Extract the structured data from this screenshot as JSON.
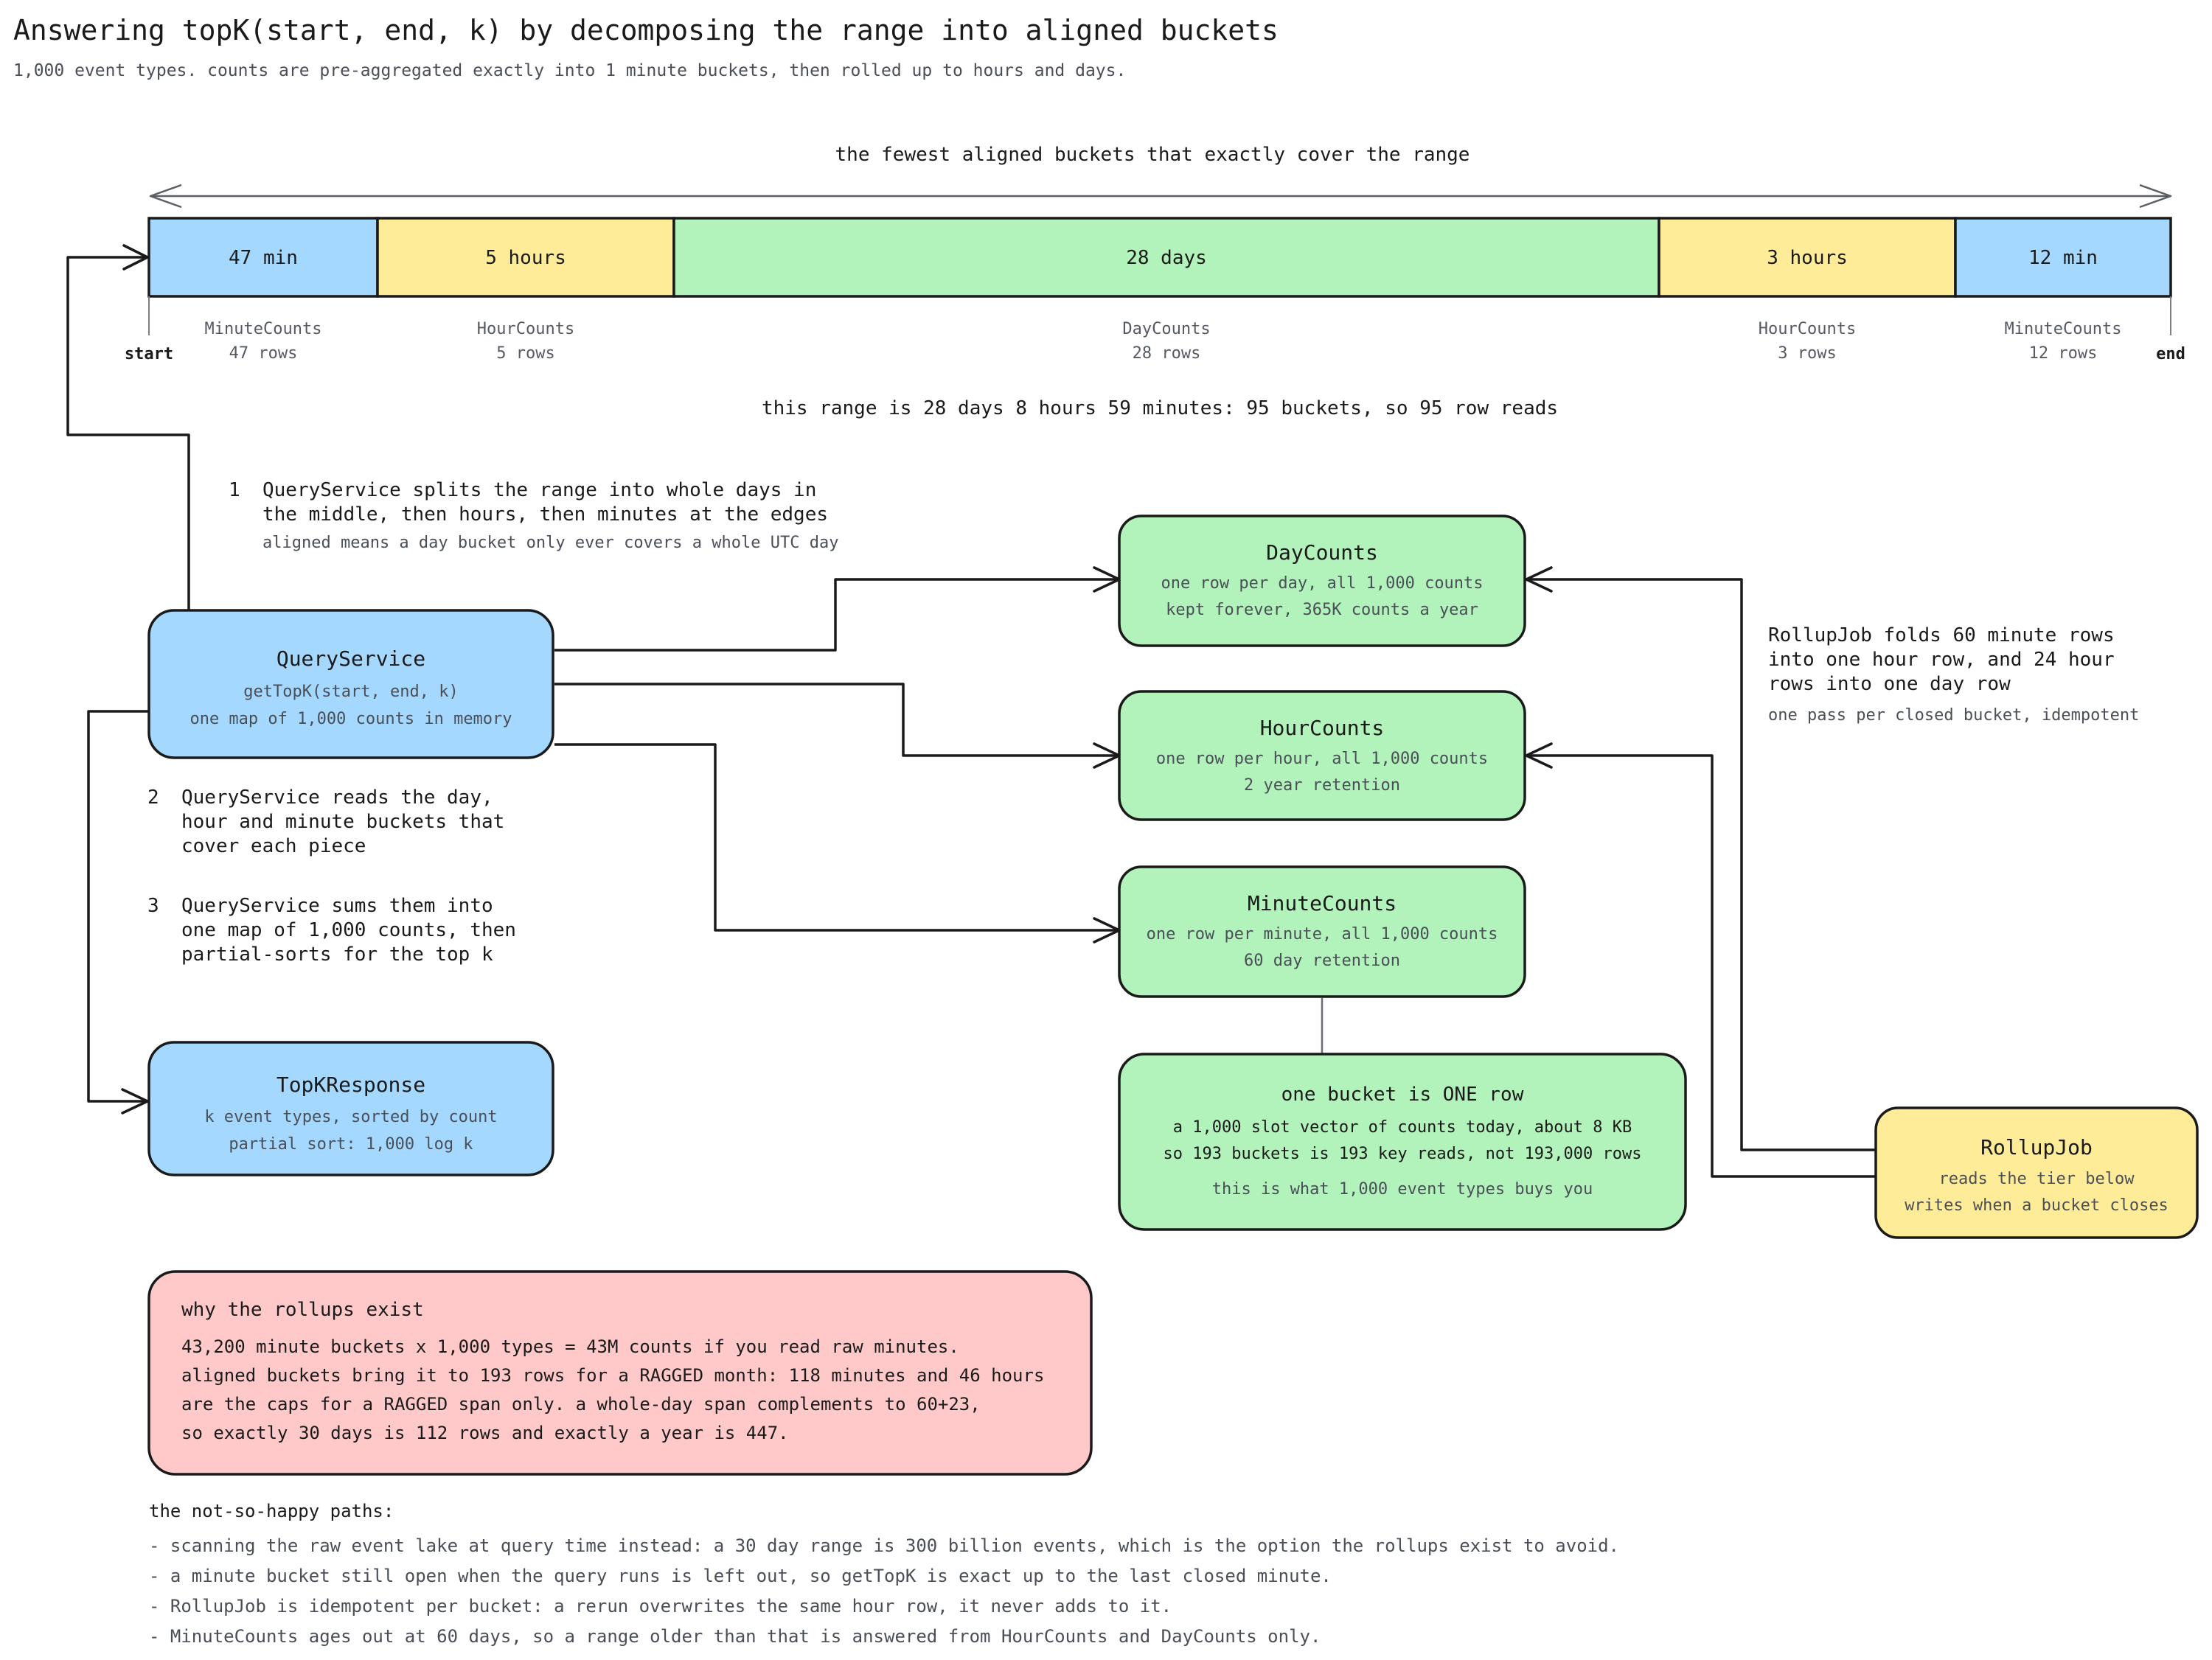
{
  "title": "Answering topK(start, end, k) by decomposing the range into aligned buckets",
  "subtitle": "1,000 event types. counts are pre-aggregated exactly into 1 minute buckets, then rolled up to hours and days.",
  "range_bar": {
    "caption": "the fewest aligned buckets that exactly cover the range",
    "start_label": "start",
    "end_label": "end",
    "summary": "this range is 28 days 8 hours 59 minutes: 95 buckets, so 95 row reads",
    "segments": [
      {
        "label": "47 min",
        "table": "MinuteCounts",
        "rows": "47 rows",
        "color": "#a5d8ff"
      },
      {
        "label": "5 hours",
        "table": "HourCounts",
        "rows": "5 rows",
        "color": "#ffec99"
      },
      {
        "label": "28 days",
        "table": "DayCounts",
        "rows": "28 rows",
        "color": "#b2f2bb"
      },
      {
        "label": "3 hours",
        "table": "HourCounts",
        "rows": "3 rows",
        "color": "#ffec99"
      },
      {
        "label": "12 min",
        "table": "MinuteCounts",
        "rows": "12 rows",
        "color": "#a5d8ff"
      }
    ]
  },
  "steps": [
    {
      "num": "1",
      "lines": [
        "QueryService splits the range into whole days in",
        "the middle, then hours, then minutes at the edges"
      ],
      "note": "aligned means a day bucket only ever covers a whole UTC day"
    },
    {
      "num": "2",
      "lines": [
        "QueryService reads the day,",
        "hour and minute buckets that",
        "cover each piece"
      ]
    },
    {
      "num": "3",
      "lines": [
        "QueryService sums them into",
        "one map of 1,000 counts, then",
        "partial-sorts for the top k"
      ]
    }
  ],
  "nodes": {
    "query_service": {
      "title": "QueryService",
      "lines": [
        "getTopK(start, end, k)",
        "one map of 1,000 counts in memory"
      ],
      "color": "#a5d8ff"
    },
    "topk_response": {
      "title": "TopKResponse",
      "lines": [
        "k event types, sorted by count",
        "partial sort: 1,000 log k"
      ],
      "color": "#a5d8ff"
    },
    "day_counts": {
      "title": "DayCounts",
      "lines": [
        "one row per day, all 1,000 counts",
        "kept forever, 365K counts a year"
      ],
      "color": "#b2f2bb"
    },
    "hour_counts": {
      "title": "HourCounts",
      "lines": [
        "one row per hour, all 1,000 counts",
        "2 year retention"
      ],
      "color": "#b2f2bb"
    },
    "minute_counts": {
      "title": "MinuteCounts",
      "lines": [
        "one row per minute, all 1,000 counts",
        "60 day retention"
      ],
      "color": "#b2f2bb"
    },
    "bucket_note": {
      "title": "one bucket is ONE row",
      "lines": [
        "a 1,000 slot vector of counts today, about 8 KB",
        "so 193 buckets is 193 key reads, not 193,000 rows"
      ],
      "footer": "this is what 1,000 event types buys you",
      "color": "#b2f2bb"
    },
    "rollup_job": {
      "title": "RollupJob",
      "lines": [
        "reads the tier below",
        "writes when a bucket closes"
      ],
      "color": "#ffec99"
    }
  },
  "rollup_note": {
    "lines": [
      "RollupJob folds 60 minute rows",
      "into one hour row, and 24 hour",
      "rows into one day row"
    ],
    "sub": "one pass per closed bucket, idempotent"
  },
  "why_box": {
    "heading": "why the rollups exist",
    "lines": [
      "43,200 minute buckets x 1,000 types = 43M counts if you read raw minutes.",
      "aligned buckets bring it to 193 rows for a RAGGED month: 118 minutes and 46 hours",
      "are the caps for a RAGGED span only. a whole-day span complements to 60+23,",
      "so exactly 30 days is 112 rows and exactly a year is 447."
    ],
    "color": "#ffc9c9"
  },
  "unhappy_paths": {
    "heading": "the not-so-happy paths:",
    "items": [
      "- scanning the raw event lake at query time instead: a 30 day range is 300 billion events, which is the option the rollups exist to avoid.",
      "- a minute bucket still open when the query runs is left out, so getTopK is exact up to the last closed minute.",
      "- RollupJob is idempotent per bucket: a rerun overwrites the same hour row, it never adds to it.",
      "- MinuteCounts ages out at 60 days, so a range older than that is answered from HourCounts and DayCounts only."
    ]
  }
}
